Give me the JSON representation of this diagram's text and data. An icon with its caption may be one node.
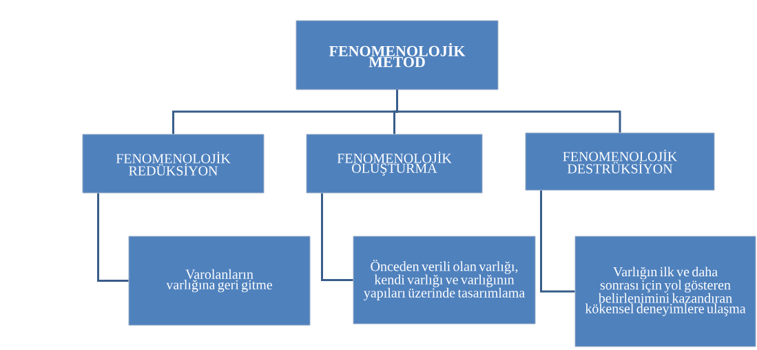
{
  "diagram": {
    "nodes": [
      {
        "text": [
          "FENOMENOLOJİK METOD"
        ]
      },
      {
        "text": [
          "FENOMENOLOJİK REDÜKSİYON"
        ]
      },
      {
        "text": [
          "FENOMENOLOJİK OLUŞTURMA"
        ]
      },
      {
        "text": [
          "FENOMENOLOJİK DESTRÜKSİYON"
        ]
      },
      {
        "text": [
          "Varolanların varlığına geri gitme"
        ]
      },
      {
        "text": [
          "Önceden verili olan varlığı, kendi varlığı ve varlığının yapıları üzerinde tasarımlama"
        ]
      },
      {
        "text": [
          "Varlığın ilk ve daha sonrası için yol gösteren belirlenimini kazandıran kökensel deneyimlere ulaşma"
        ]
      }
    ],
    "edges": [
      {
        "from": 0,
        "to": 1,
        "arrow": "none"
      },
      {
        "from": 0,
        "to": 2,
        "arrow": "none"
      },
      {
        "from": 0,
        "to": 3,
        "arrow": "none"
      },
      {
        "from": 1,
        "to": 4,
        "arrow": "none"
      },
      {
        "from": 2,
        "to": 5,
        "arrow": "none"
      },
      {
        "from": 3,
        "to": 6,
        "arrow": "none"
      }
    ]
  }
}
